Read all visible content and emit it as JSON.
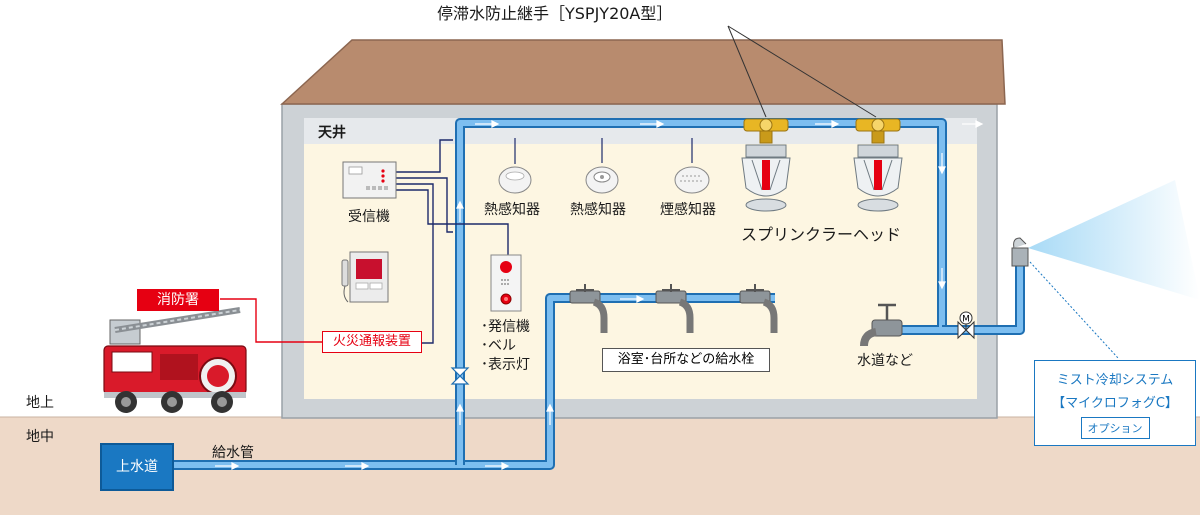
{
  "labels": {
    "top_title": "停滞水防止継手［YSPJY20A型］",
    "ceiling": "天井",
    "receiver": "受信機",
    "heat_detector_1": "熱感知器",
    "heat_detector_2": "熱感知器",
    "smoke_detector": "煙感知器",
    "sprinkler_head": "スプリンクラーヘッド",
    "transmitter_1": "･発信機",
    "transmitter_2": "･ベル",
    "transmitter_3": "･表示灯",
    "faucets": "浴室･台所などの給水栓",
    "water_tap": "水道など",
    "fire_station": "消防署",
    "fire_alarm": "火災通報装置",
    "ground_above": "地上",
    "ground_below": "地中",
    "water_main": "上水道",
    "supply_pipe": "給水管",
    "mist_line1": "ミスト冷却システム",
    "mist_line2": "【マイクロフォグC】",
    "mist_option": "オプション",
    "motor_symbol": "M"
  },
  "colors": {
    "roof": "#b88b6e",
    "wall": "#cdd2d6",
    "interior": "#fdf6e2",
    "ground": "#eed9c8",
    "pipe": "#5aa9e6",
    "pipe_edge": "#1f6fb2",
    "red": "#e60012",
    "blue_box": "#1a78c2",
    "brass": "#e8b624"
  }
}
